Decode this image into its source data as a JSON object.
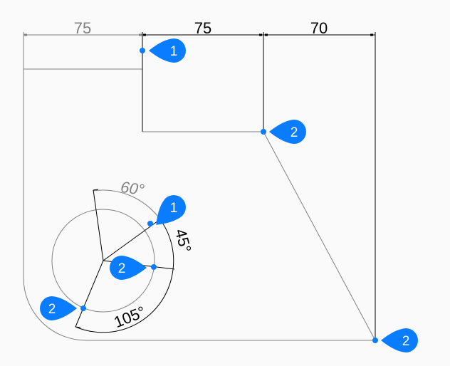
{
  "dimensions": {
    "top_left": "75",
    "top_middle": "75",
    "top_right": "70",
    "angle_upper": "60°",
    "angle_right": "45°",
    "angle_lower": "105°"
  },
  "markers": [
    {
      "label": "1"
    },
    {
      "label": "2"
    },
    {
      "label": "1"
    },
    {
      "label": "2"
    },
    {
      "label": "2"
    },
    {
      "label": "2"
    }
  ],
  "colors": {
    "marker": "#0a7cff",
    "line": "#000000",
    "inactive": "#808080"
  }
}
